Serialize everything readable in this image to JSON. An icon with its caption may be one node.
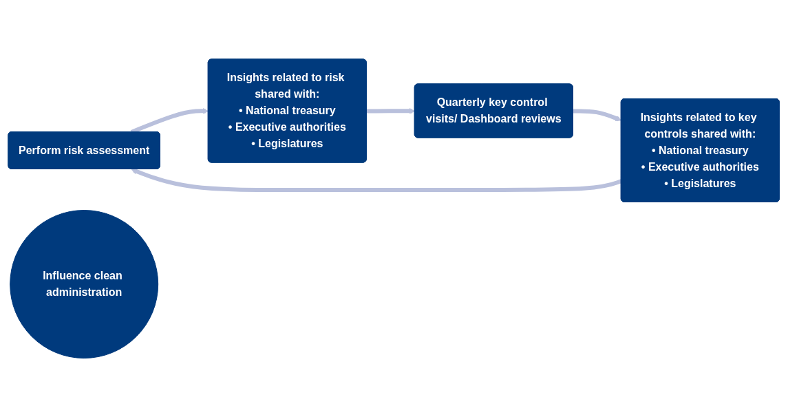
{
  "diagram": {
    "nodes": [
      {
        "text": [
          "Perform risk assessment"
        ]
      },
      {
        "text": [
          "Insights related to risk shared with:",
          "• National treasury",
          "• Executive authorities",
          "• Legislatures"
        ]
      },
      {
        "text": [
          "Quarterly key control visits/ Dashboard reviews"
        ]
      },
      {
        "text": [
          "Insights related to key controls shared with:",
          "• National treasury",
          "• Executive authorities",
          "• Legislatures"
        ]
      },
      {
        "text": [
          "Influence clean administration"
        ]
      }
    ],
    "edges": [
      {
        "from": 0,
        "to": 1,
        "arrow": "to"
      },
      {
        "from": 1,
        "to": 2,
        "arrow": "to"
      },
      {
        "from": 2,
        "to": 3,
        "arrow": "to"
      },
      {
        "from": 3,
        "to": 0,
        "arrow": "to"
      }
    ]
  }
}
